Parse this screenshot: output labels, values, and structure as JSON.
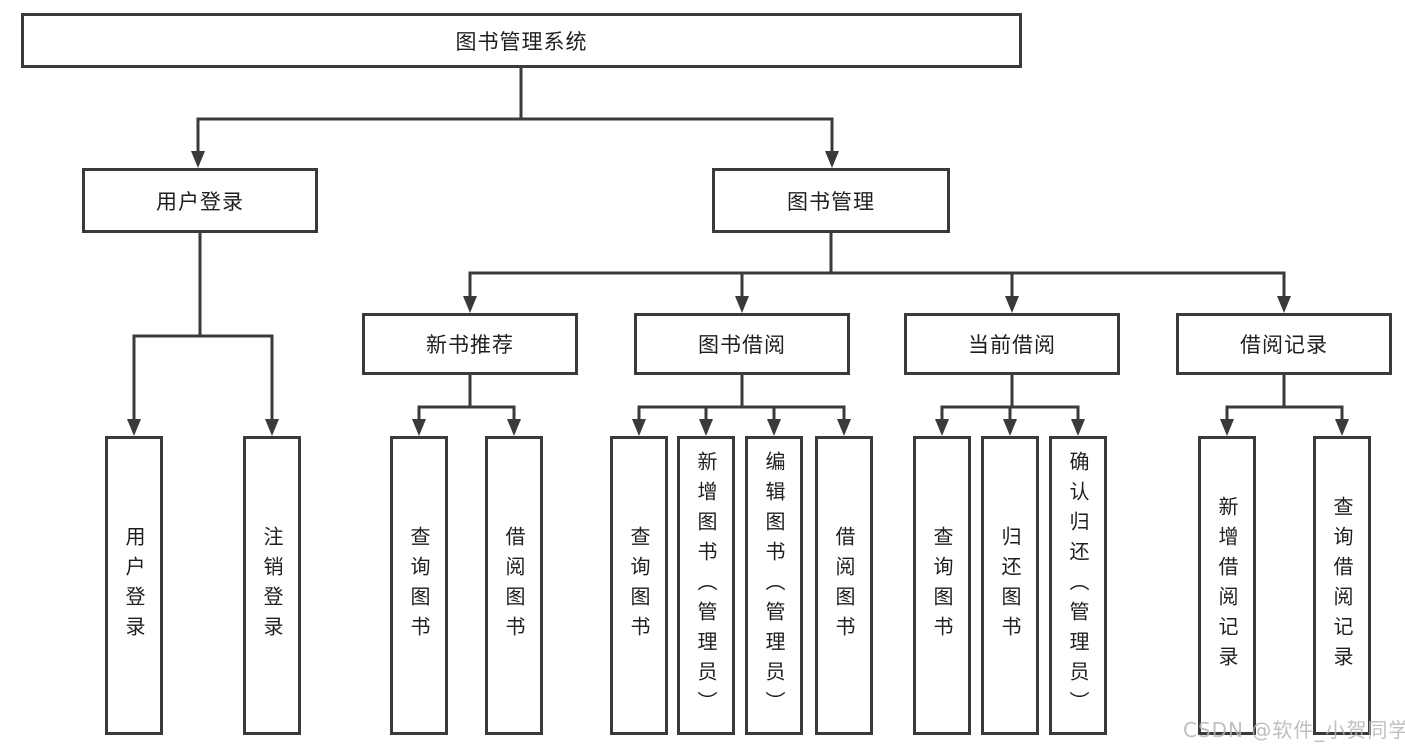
{
  "diagram_title": "图书管理系统",
  "nodes": {
    "root": "图书管理系统",
    "user_login": "用户登录",
    "book_mgmt": "图书管理",
    "new_book_rec": "新书推荐",
    "book_borrow": "图书借阅",
    "current_borrow": "当前借阅",
    "borrow_records": "借阅记录",
    "leaf_user_login": "用户登录",
    "leaf_logout": "注销登录",
    "leaf_query_book_1": "查询图书",
    "leaf_borrow_book_1": "借阅图书",
    "leaf_query_book_2": "查询图书",
    "leaf_add_book": "新增图书（管理员）",
    "leaf_edit_book": "编辑图书（管理员）",
    "leaf_borrow_book_2": "借阅图书",
    "leaf_query_book_3": "查询图书",
    "leaf_return_book": "归还图书",
    "leaf_confirm_return": "确认归还（管理员）",
    "leaf_add_record": "新增借阅记录",
    "leaf_query_record": "查询借阅记录"
  },
  "watermark": {
    "text": "CSDN @软件_小贺同学"
  },
  "colors": {
    "line": "#3a3a3a",
    "text": "#1f1f1f",
    "watermark": "#b5b5b5",
    "background": "#ffffff"
  }
}
